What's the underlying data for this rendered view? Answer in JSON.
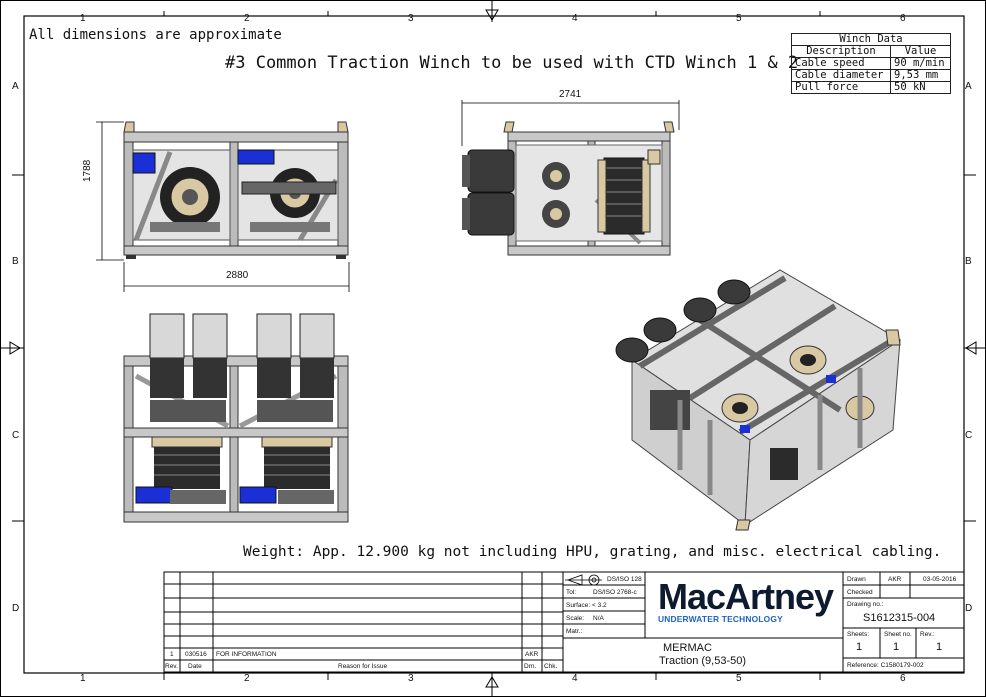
{
  "notes": {
    "approx": "All dimensions are approximate",
    "title": "#3 Common Traction Winch to be used with CTD Winch 1 & 2",
    "weight": "Weight: App. 12.900 kg not including HPU, grating, and misc. electrical cabling."
  },
  "winch_data": {
    "heading": "Winch Data",
    "col_description": "Description",
    "col_value": "Value",
    "rows": [
      {
        "desc": "Cable speed",
        "value": "90 m/min"
      },
      {
        "desc": "Cable diameter",
        "value": "9,53 mm"
      },
      {
        "desc": "Pull force",
        "value": "50 kN"
      }
    ]
  },
  "dimensions": {
    "front_height": "1788",
    "front_width": "2880",
    "side_length": "2741"
  },
  "border": {
    "columns": [
      "1",
      "2",
      "3",
      "4",
      "5",
      "6"
    ],
    "rows": [
      "A",
      "B",
      "C",
      "D"
    ]
  },
  "title_block": {
    "standard": "DS/ISO 128",
    "tol_label": "Tol:",
    "tol_value": "DS/ISO 2768-c",
    "surface": "Surface: < 3.2",
    "scale_label": "Scale:",
    "scale_value": "N/A",
    "matr": "Matr.:",
    "drawn_label": "Drawn",
    "drawn_by": "AKR",
    "drawn_date": "03-05-2016",
    "checked_label": "Checked",
    "drawing_no_label": "Drawing no.:",
    "drawing_no": "S1612315-004",
    "sheets_label": "Sheets:",
    "sheets": "1",
    "sheet_no_label": "Sheet no.",
    "sheet_no": "1",
    "rev_label": "Rev.:",
    "rev": "1",
    "reference": "Reference: C1580179-002",
    "project": "MERMAC",
    "part": "Traction (9,53-50)",
    "logo_main": "MacArtney",
    "logo_sub": "UNDERWATER TECHNOLOGY",
    "rev_row": {
      "rev": "1",
      "date": "030516",
      "reason": "FOR INFORMATION",
      "drn": "AKR",
      "chk": ""
    },
    "headers": {
      "rev": "Rev.",
      "date": "Date",
      "reason": "Reason for Issue",
      "drn": "Drn.",
      "chk": "Chk."
    }
  },
  "colors": {
    "frame": "#9a9a9a",
    "frame_dark": "#4a4a4a",
    "motor_blue": "#1b2fd6",
    "flange_tan": "#d9c9a3",
    "drum": "#2b2b2b"
  }
}
